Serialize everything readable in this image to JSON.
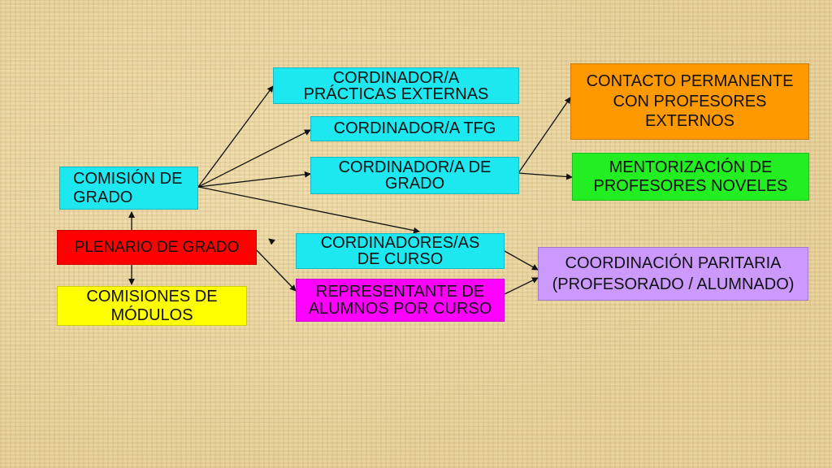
{
  "colors": {
    "cyan": "#1ee8ef",
    "orange": "#ff9900",
    "green": "#22ee22",
    "red": "#ff0000",
    "yellow": "#ffff00",
    "magenta": "#ff00ff",
    "lavender": "#cc99ff"
  },
  "nodes": {
    "comision_grado": "COMISIÓN DE GRADO",
    "plenario_grado": "PLENARIO DE GRADO",
    "comisiones_modulos": "COMISIONES DE MÓDULOS",
    "coordinador_practicas": "CORDINADOR/A PRÁCTICAS EXTERNAS",
    "coordinador_tfg": "CORDINADOR/A TFG",
    "coordinador_grado": "CORDINADOR/A DE GRADO",
    "coordinadores_curso": "CORDINADORES/AS DE CURSO",
    "representante_alumnos": "REPRESENTANTE DE ALUMNOS POR CURSO",
    "contacto_permanente": "CONTACTO PERMANENTE CON PROFESORES EXTERNOS",
    "mentorizacion": "MENTORIZACIÓN DE PROFESORES NOVELES",
    "coordinacion_paritaria": "COORDINACIÓN PARITARIA (PROFESORADO / ALUMNADO)"
  }
}
